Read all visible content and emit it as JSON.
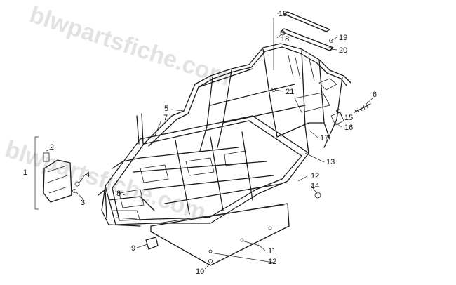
{
  "watermark": {
    "text_upper": "blwpartsfiche.com",
    "text_lower": "blwpartsfiche.com",
    "color": "#e2e2e2"
  },
  "callouts": [
    "1",
    "2",
    "3",
    "4",
    "5",
    "6",
    "7",
    "8",
    "9",
    "10",
    "11",
    "12",
    "12",
    "13",
    "14",
    "15",
    "16",
    "17",
    "18",
    "18",
    "19",
    "20",
    "21"
  ],
  "colors": {
    "line": "#1a1a1a",
    "background": "#ffffff"
  }
}
